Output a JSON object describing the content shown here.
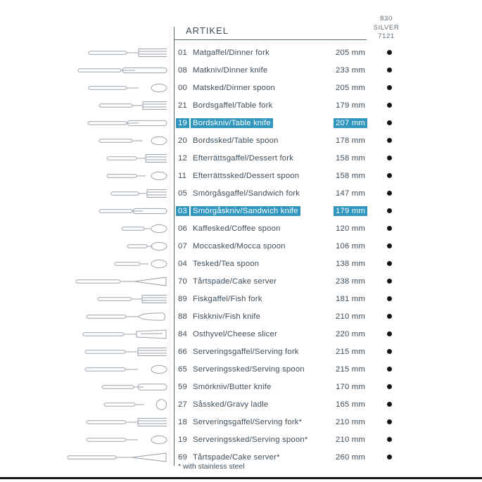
{
  "colors": {
    "highlight": "#3096be",
    "ink": "#3e4d59",
    "dot": "#141414"
  },
  "header": {
    "title": "ARTIKEL",
    "material": [
      "830",
      "SILVER",
      "7121"
    ]
  },
  "footnote": "* with stainless steel",
  "rows": [
    {
      "num": "01",
      "name": "Matgaffel/Dinner fork",
      "size": "205 mm",
      "mm": 205,
      "type": "fork",
      "dot": true,
      "selected": false
    },
    {
      "num": "08",
      "name": "Matkniv/Dinner knife",
      "size": "233 mm",
      "mm": 233,
      "type": "knife",
      "dot": true,
      "selected": false
    },
    {
      "num": "00",
      "name": "Matsked/Dinner spoon",
      "size": "205 mm",
      "mm": 205,
      "type": "spoon",
      "dot": true,
      "selected": false
    },
    {
      "num": "21",
      "name": "Bordsgaffel/Table fork",
      "size": "179 mm",
      "mm": 179,
      "type": "fork",
      "dot": true,
      "selected": false
    },
    {
      "num": "19",
      "name": "Bordskniv/Table knife",
      "size": "207 mm",
      "mm": 207,
      "type": "knife",
      "dot": true,
      "selected": true
    },
    {
      "num": "20",
      "name": "Bordssked/Table spoon",
      "size": "178 mm",
      "mm": 178,
      "type": "spoon",
      "dot": true,
      "selected": false
    },
    {
      "num": "12",
      "name": "Efterrättsgaffel/Dessert fork",
      "size": "158 mm",
      "mm": 158,
      "type": "fork",
      "dot": true,
      "selected": false
    },
    {
      "num": "11",
      "name": "Efterrättssked/Dessert spoon",
      "size": "158 mm",
      "mm": 158,
      "type": "spoon",
      "dot": true,
      "selected": false
    },
    {
      "num": "05",
      "name": "Smörgåsgaffel/Sandwich fork",
      "size": "147 mm",
      "mm": 147,
      "type": "fork",
      "dot": true,
      "selected": false
    },
    {
      "num": "03",
      "name": "Smörgåskniv/Sandwich knife",
      "size": "179 mm",
      "mm": 179,
      "type": "knife",
      "dot": true,
      "selected": true
    },
    {
      "num": "06",
      "name": "Kaffesked/Coffee spoon",
      "size": "120 mm",
      "mm": 120,
      "type": "spoon",
      "dot": true,
      "selected": false
    },
    {
      "num": "07",
      "name": "Moccasked/Mocca spoon",
      "size": "106 mm",
      "mm": 106,
      "type": "spoon",
      "dot": true,
      "selected": false
    },
    {
      "num": "04",
      "name": "Tesked/Tea spoon",
      "size": "138 mm",
      "mm": 138,
      "type": "spoon",
      "dot": true,
      "selected": false
    },
    {
      "num": "70",
      "name": "Tårtspade/Cake server",
      "size": "238 mm",
      "mm": 238,
      "type": "server",
      "dot": true,
      "selected": false
    },
    {
      "num": "89",
      "name": "Fiskgaffel/Fish fork",
      "size": "181 mm",
      "mm": 181,
      "type": "fork",
      "dot": true,
      "selected": false
    },
    {
      "num": "88",
      "name": "Fiskkniv/Fish knife",
      "size": "210 mm",
      "mm": 210,
      "type": "fishknife",
      "dot": true,
      "selected": false
    },
    {
      "num": "84",
      "name": "Osthyvel/Cheese slicer",
      "size": "220 mm",
      "mm": 220,
      "type": "slicer",
      "dot": true,
      "selected": false
    },
    {
      "num": "66",
      "name": "Serveringsgaffel/Serving fork",
      "size": "215 mm",
      "mm": 215,
      "type": "fork",
      "dot": true,
      "selected": false
    },
    {
      "num": "65",
      "name": "Serveringssked/Serving spoon",
      "size": "215 mm",
      "mm": 215,
      "type": "spoon",
      "dot": true,
      "selected": false
    },
    {
      "num": "59",
      "name": "Smörkniv/Butter knife",
      "size": "170 mm",
      "mm": 170,
      "type": "butter",
      "dot": true,
      "selected": false
    },
    {
      "num": "27",
      "name": "Såssked/Gravy ladle",
      "size": "165 mm",
      "mm": 165,
      "type": "ladle",
      "dot": true,
      "selected": false
    },
    {
      "num": "18",
      "name": "Serveringsgaffel/Serving fork*",
      "size": "210 mm",
      "mm": 210,
      "type": "fork",
      "dot": true,
      "selected": false
    },
    {
      "num": "19",
      "name": "Serveringssked/Serving spoon*",
      "size": "210 mm",
      "mm": 210,
      "type": "spoon",
      "dot": true,
      "selected": false
    },
    {
      "num": "69",
      "name": "Tårtspade/Cake server*",
      "size": "260 mm",
      "mm": 260,
      "type": "server",
      "dot": true,
      "selected": false
    }
  ]
}
